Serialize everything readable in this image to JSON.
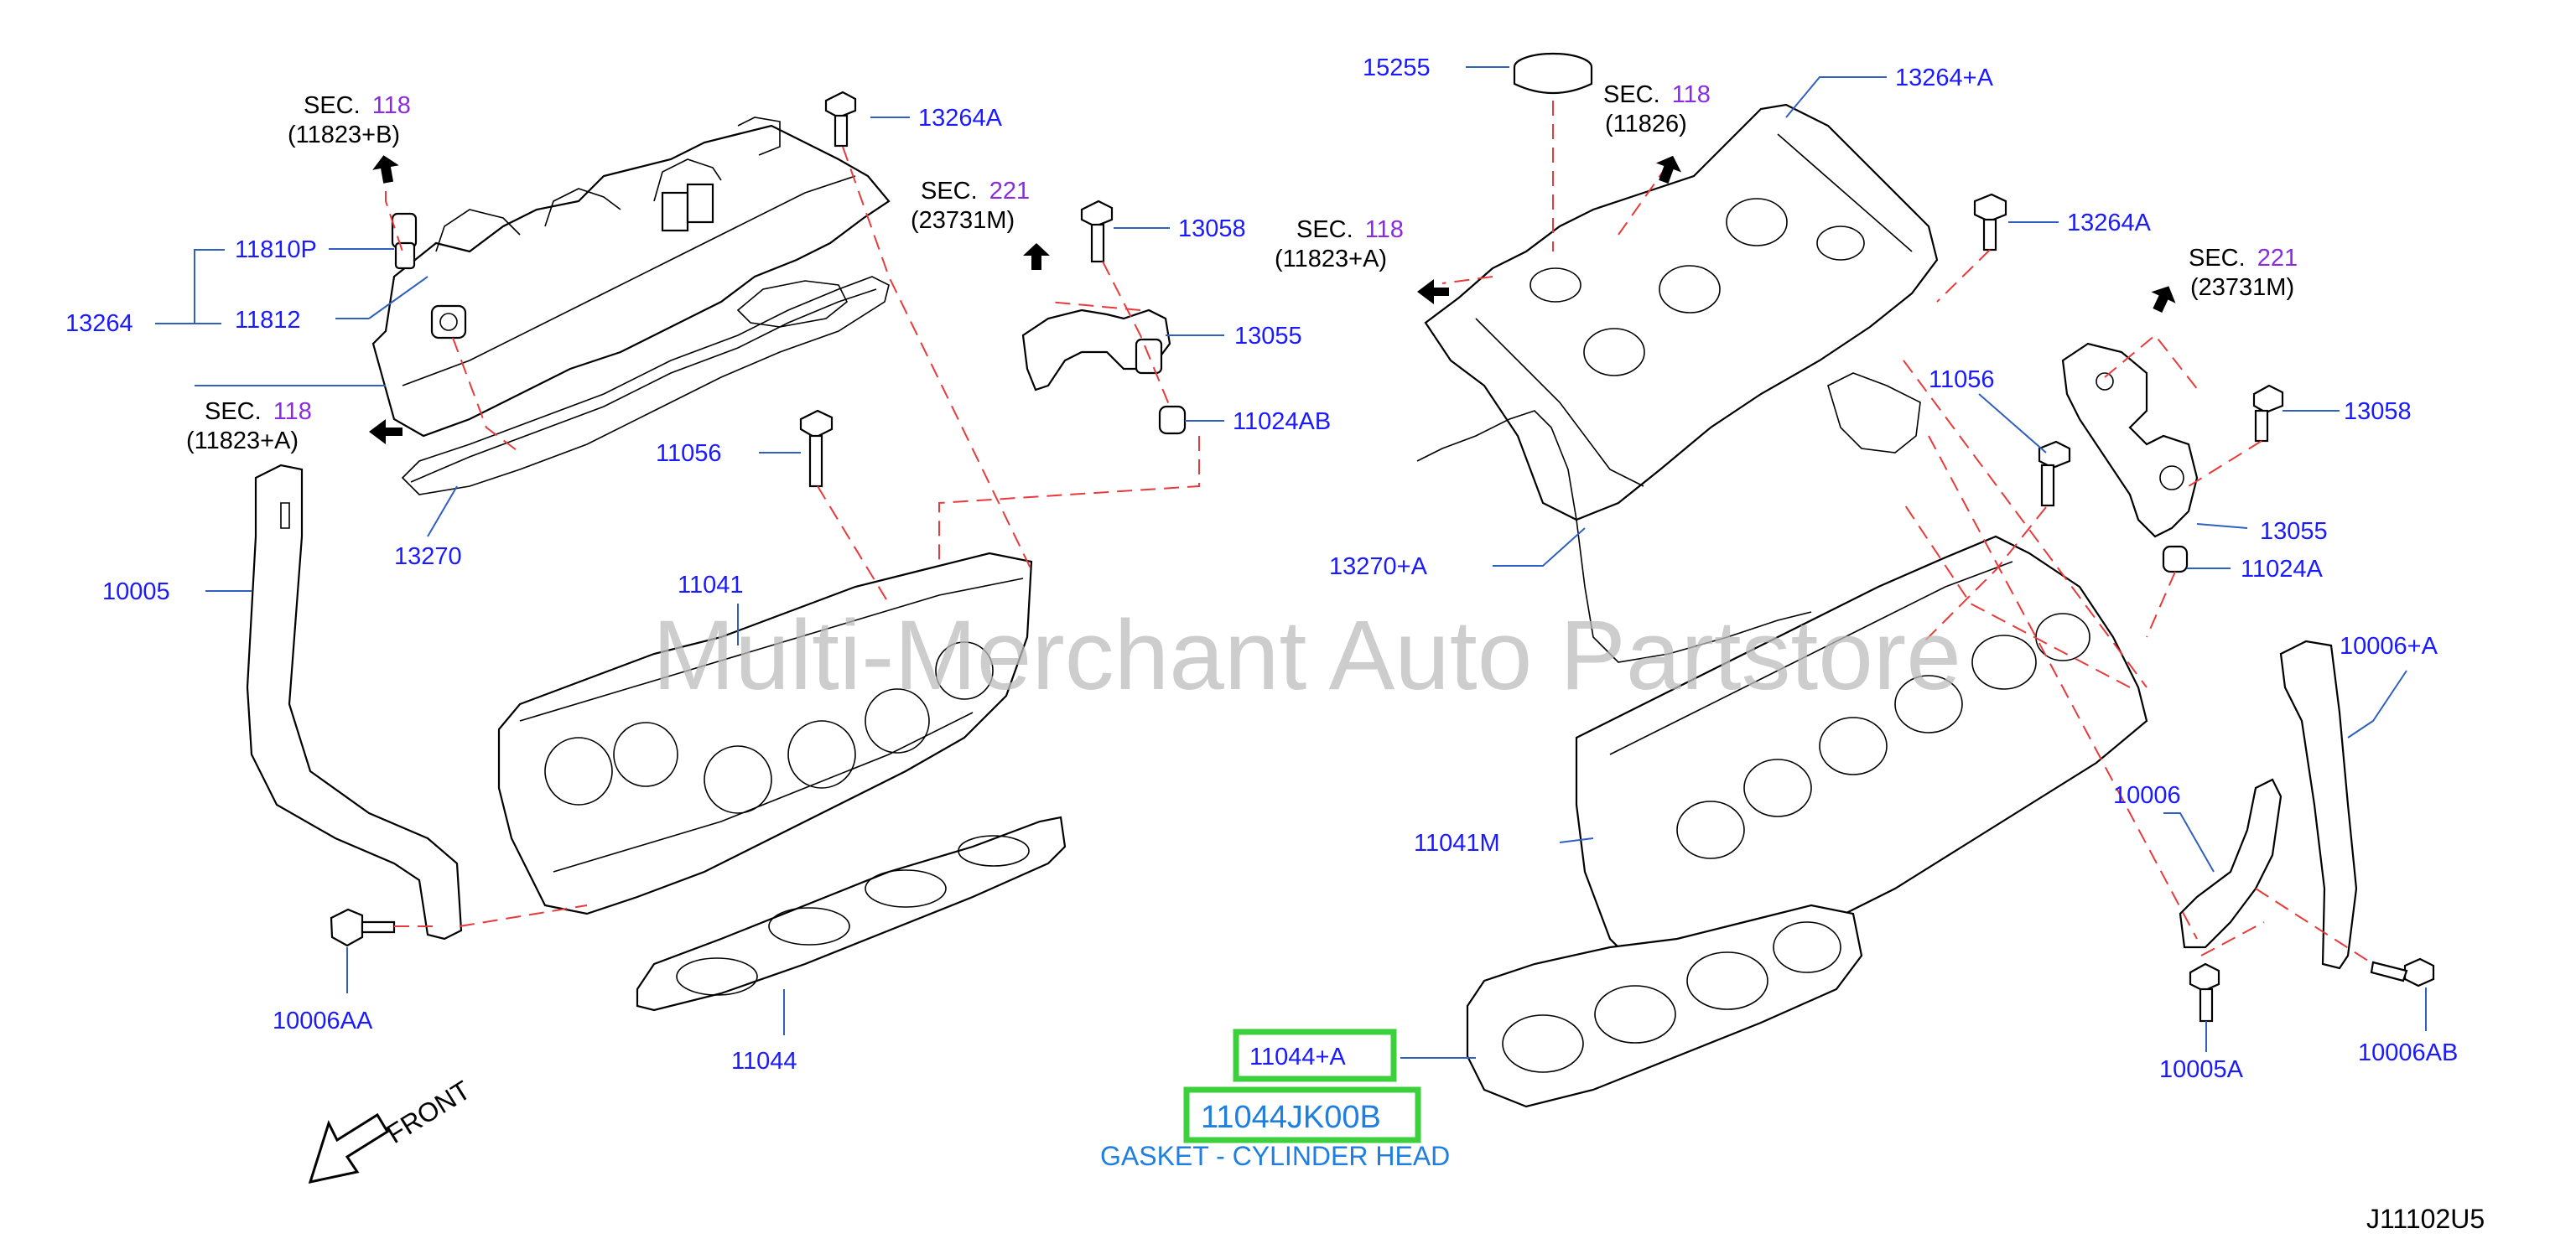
{
  "labels": {
    "l13264A_left": "13264A",
    "l11810P": "11810P",
    "l13264": "13264",
    "l11812": "11812",
    "l13270": "13270",
    "l10005": "10005",
    "l11056_left": "11056",
    "l11041": "11041",
    "l13058_left": "13058",
    "l13055_left": "13055",
    "l11024AB": "11024AB",
    "l10006AA": "10006AA",
    "l11044": "11044",
    "l15255": "15255",
    "l13264plusA": "13264+A",
    "l13264A_right": "13264A",
    "l11056_right": "11056",
    "l13058_right": "13058",
    "l13055_right": "13055",
    "l11024A": "11024A",
    "l13270plusA": "13270+A",
    "l10006plusA": "10006+A",
    "l10006": "10006",
    "l11041M": "11041M",
    "l10005A": "10005A",
    "l10006AB": "10006AB",
    "l11044plusA": "11044+A"
  },
  "sections": {
    "s1_prefix": "SEC.",
    "s1_num": "118",
    "s1_ref": "(11823+B)",
    "s2_prefix": "SEC.",
    "s2_num": "118",
    "s2_ref": "(11823+A)",
    "s3_prefix": "SEC.",
    "s3_num": "221",
    "s3_ref": "(23731M)",
    "s4_prefix": "SEC.",
    "s4_num": "118",
    "s4_ref": "(11826)",
    "s5_prefix": "SEC.",
    "s5_num": "118",
    "s5_ref": "(11823+A)",
    "s6_prefix": "SEC.",
    "s6_num": "221",
    "s6_ref": "(23731M)"
  },
  "highlight": {
    "part_number": "11044JK00B",
    "description": "GASKET - CYLINDER HEAD",
    "box_color": "#3cd03c",
    "text_color": "#1f7fe0"
  },
  "front_label": "FRONT",
  "diagram_code": "J11102U5",
  "watermark": "Multi-Merchant Auto Partstore"
}
